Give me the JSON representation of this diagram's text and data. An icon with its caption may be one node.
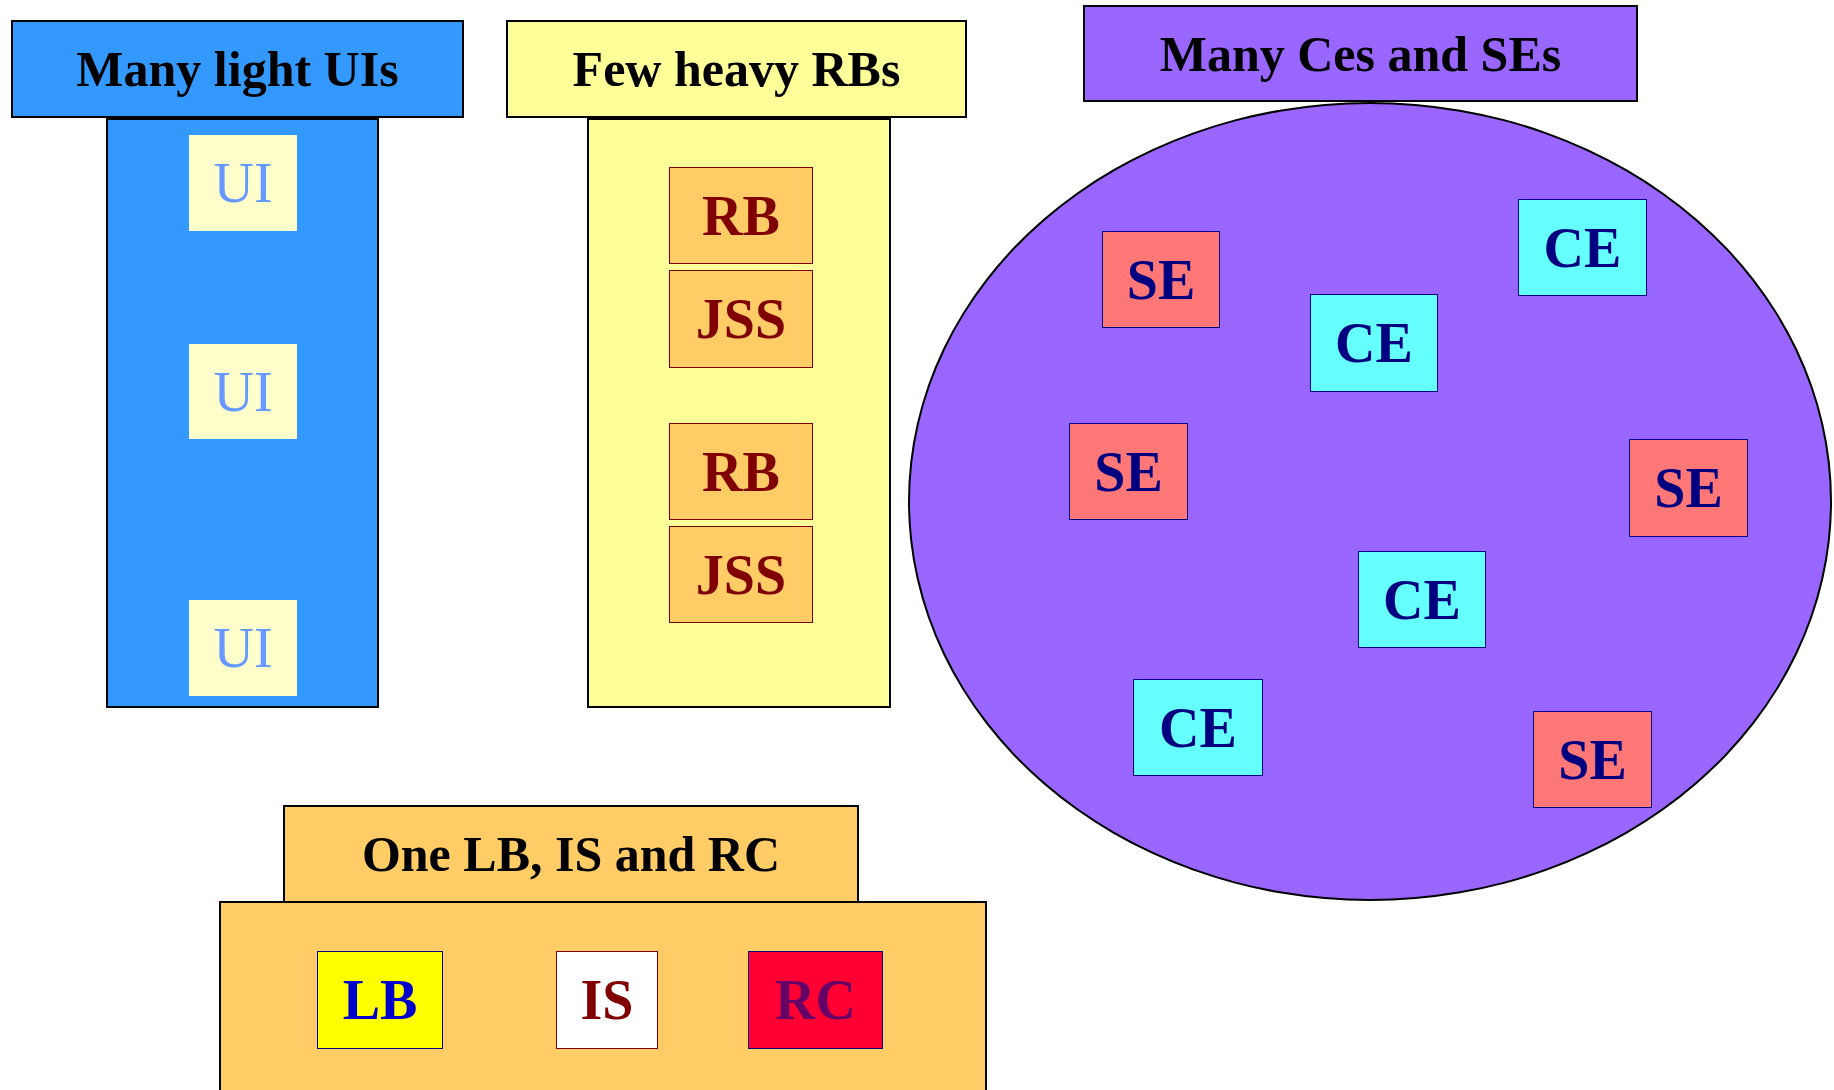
{
  "diagram": {
    "nodes": [
      {
        "text": [
          "Many light UIs"
        ]
      },
      {
        "text": [
          "UI"
        ],
        "in": 0
      },
      {
        "text": [
          "UI"
        ],
        "in": 0
      },
      {
        "text": [
          "UI"
        ],
        "in": 0
      },
      {
        "text": [
          "Few heavy RBs"
        ]
      },
      {
        "text": [
          "RB"
        ],
        "in": 4
      },
      {
        "text": [
          "JSS"
        ],
        "in": 4
      },
      {
        "text": [
          "RB"
        ],
        "in": 4
      },
      {
        "text": [
          "JSS"
        ],
        "in": 4
      },
      {
        "text": [
          "Many Ces and SEs"
        ]
      },
      {
        "text": [
          "CE"
        ],
        "in": 9
      },
      {
        "text": [
          "SE"
        ],
        "in": 9
      },
      {
        "text": [
          "CE"
        ],
        "in": 9
      },
      {
        "text": [
          "SE"
        ],
        "in": 9
      },
      {
        "text": [
          "SE"
        ],
        "in": 9
      },
      {
        "text": [
          "CE"
        ],
        "in": 9
      },
      {
        "text": [
          "CE"
        ],
        "in": 9
      },
      {
        "text": [
          "SE"
        ],
        "in": 9
      },
      {
        "text": [
          "One LB, IS and RC"
        ]
      },
      {
        "text": [
          "LB"
        ],
        "in": 18
      },
      {
        "text": [
          "IS"
        ],
        "in": 18
      },
      {
        "text": [
          "RC"
        ],
        "in": 18
      }
    ]
  }
}
